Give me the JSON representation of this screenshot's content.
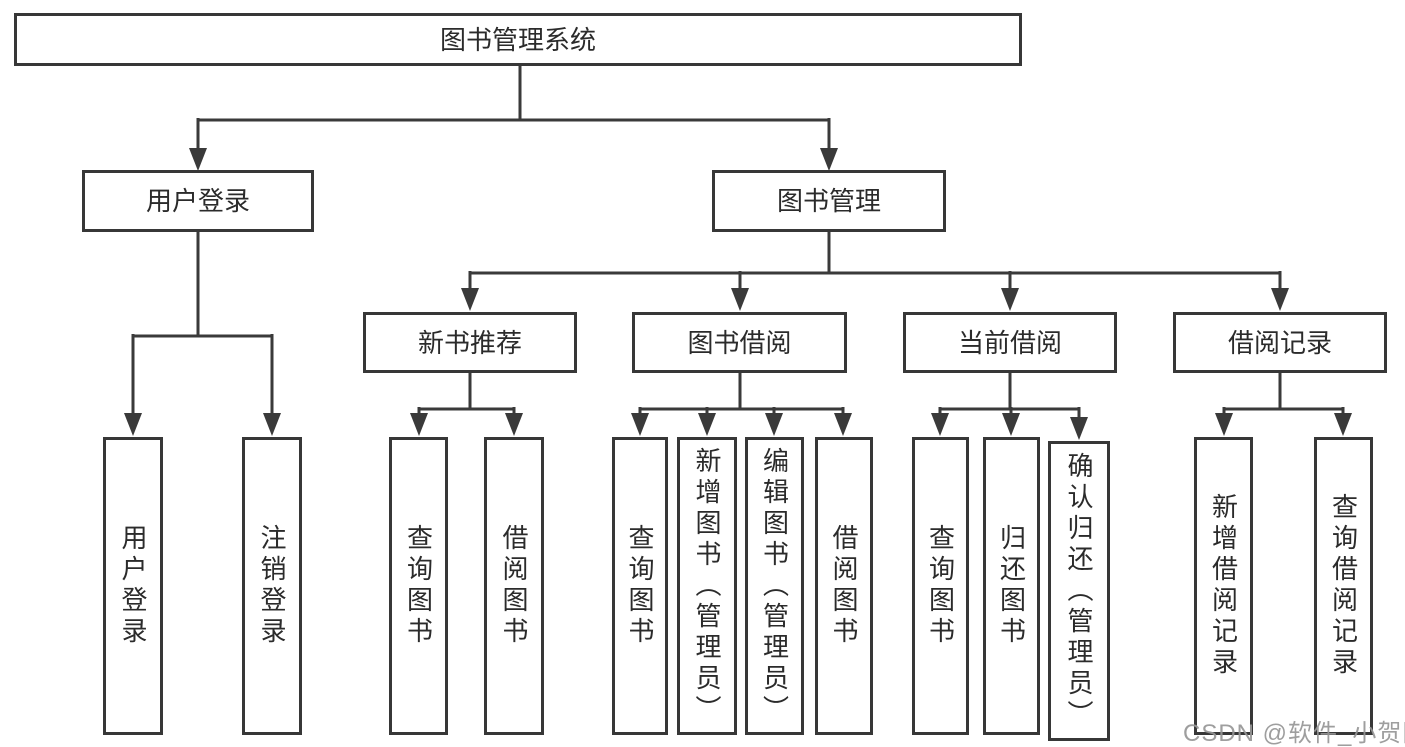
{
  "diagram": {
    "root": {
      "label": "图书管理系统",
      "children": [
        {
          "label": "用户登录",
          "children": [
            {
              "label": "用户登录"
            },
            {
              "label": "注销登录"
            }
          ]
        },
        {
          "label": "图书管理",
          "children": [
            {
              "label": "新书推荐",
              "children": [
                {
                  "label": "查询图书"
                },
                {
                  "label": "借阅图书"
                }
              ]
            },
            {
              "label": "图书借阅",
              "children": [
                {
                  "label": "查询图书"
                },
                {
                  "label": "新增图书（管理员）"
                },
                {
                  "label": "编辑图书（管理员）"
                },
                {
                  "label": "借阅图书"
                }
              ]
            },
            {
              "label": "当前借阅",
              "children": [
                {
                  "label": "查询图书"
                },
                {
                  "label": "归还图书"
                },
                {
                  "label": "确认归还（管理员）"
                }
              ]
            },
            {
              "label": "借阅记录",
              "children": [
                {
                  "label": "新增借阅记录"
                },
                {
                  "label": "查询借阅记录"
                }
              ]
            }
          ]
        }
      ]
    }
  },
  "watermark": "CSDN @软件_小贺同学",
  "colors": {
    "line": "#3a3a3a",
    "border": "#373737",
    "text": "#2b2b2b",
    "watermark": "#969696",
    "background": "#ffffff"
  }
}
